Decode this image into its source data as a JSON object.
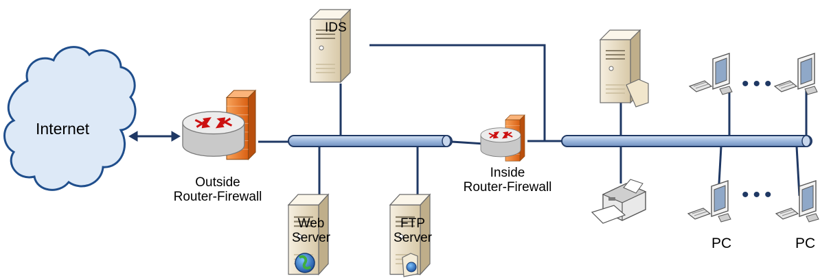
{
  "nodes": {
    "internet": {
      "label": "Internet"
    },
    "outside_router": {
      "label_line1": "Outside",
      "label_line2": "Router-Firewall"
    },
    "ids": {
      "label": "IDS"
    },
    "web_server": {
      "label_line1": "Web",
      "label_line2": "Server"
    },
    "ftp_server": {
      "label_line1": "FTP",
      "label_line2": "Server"
    },
    "inside_router": {
      "label_line1": "Inside",
      "label_line2": "Router-Firewall"
    },
    "pc_left": {
      "label": "PC"
    },
    "pc_right": {
      "label": "PC"
    }
  },
  "colors": {
    "link": "#1f3864",
    "bus_fill": "#9db8dd",
    "cloud_fill": "#dde9f7",
    "cloud_stroke": "#1f4e8c",
    "firewall": "#f07c28",
    "server": "#e7dcc3"
  }
}
